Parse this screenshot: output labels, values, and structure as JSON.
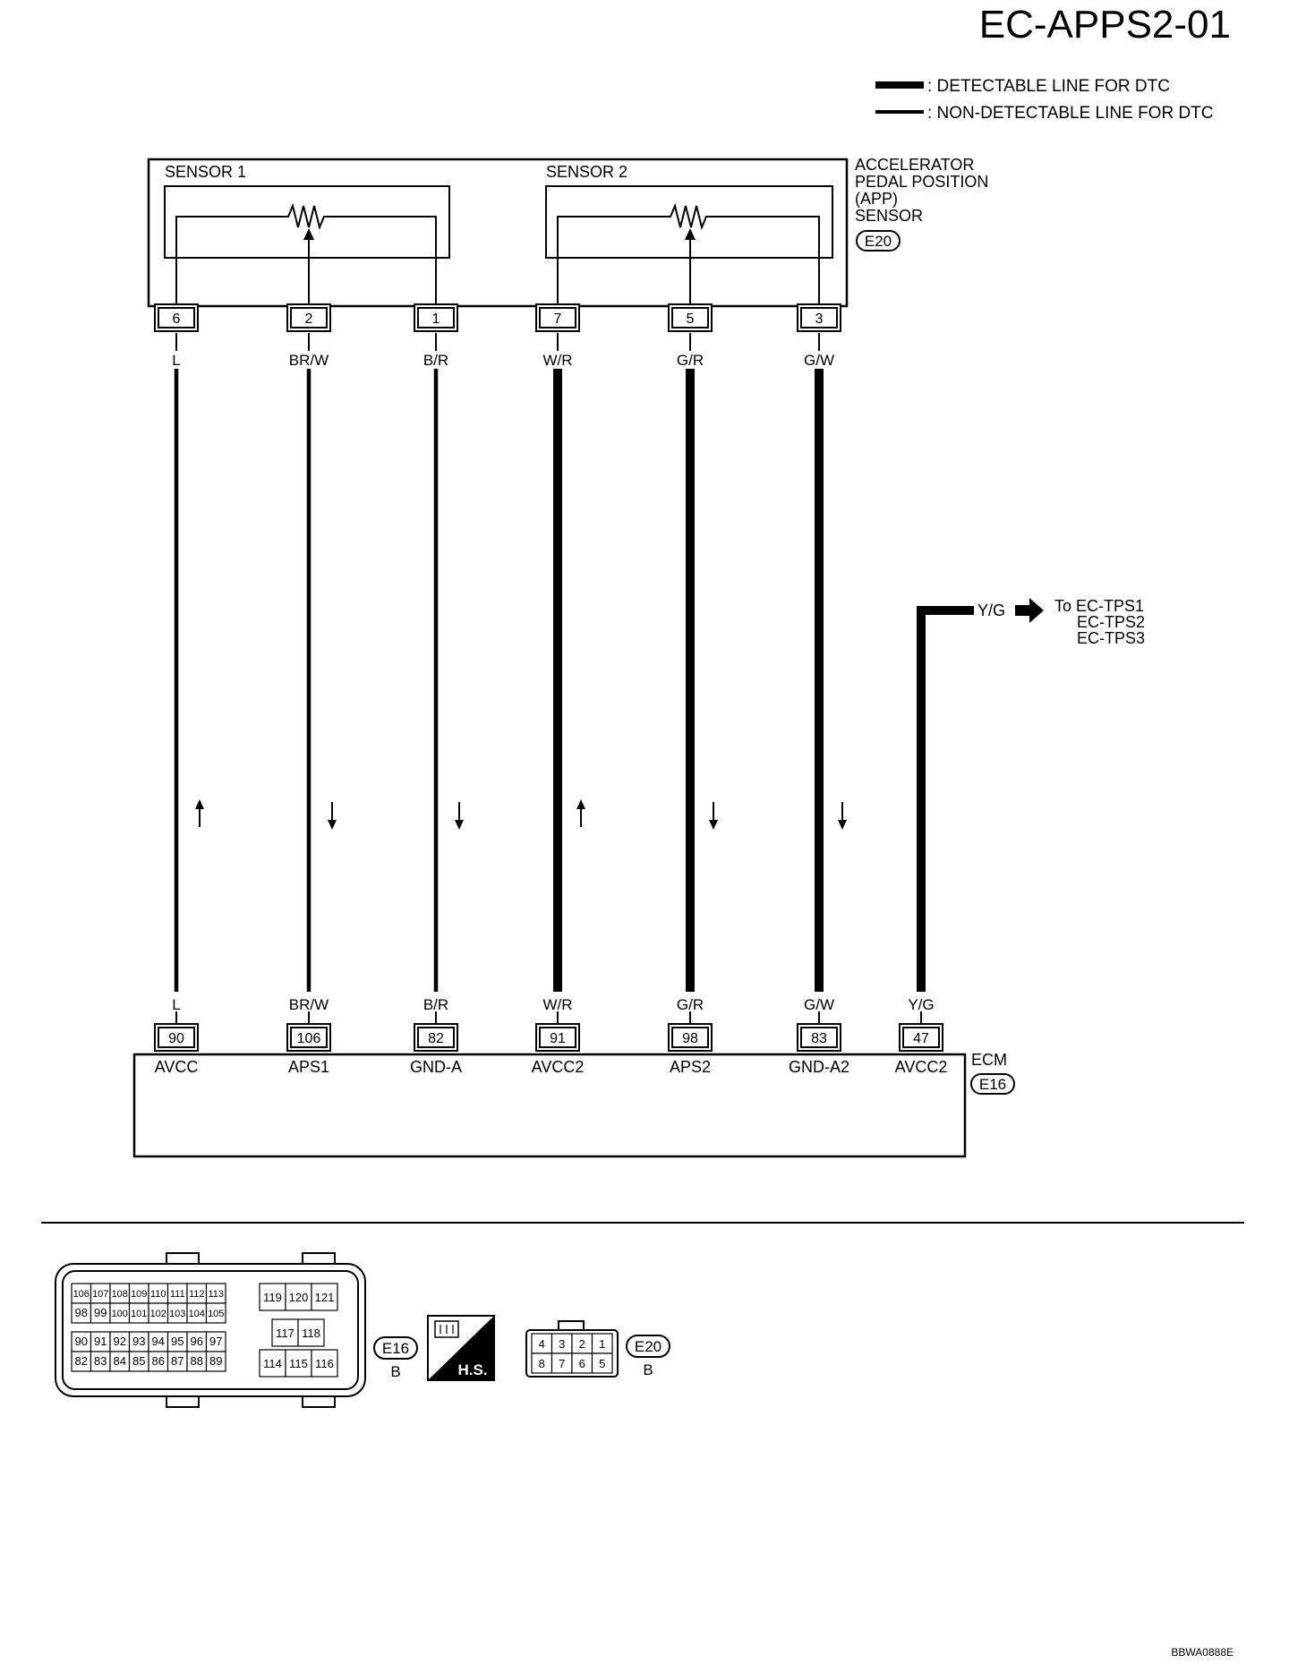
{
  "title": "EC-APPS2-01",
  "legend": {
    "detectable": ": DETECTABLE LINE FOR DTC",
    "non_detectable": ": NON-DETECTABLE LINE FOR DTC"
  },
  "app_sensor": {
    "name_lines": [
      "ACCELERATOR",
      "PEDAL POSITION",
      "(APP)",
      "SENSOR"
    ],
    "connector": "E20",
    "sensor1_label": "SENSOR 1",
    "sensor2_label": "SENSOR 2"
  },
  "wires": [
    {
      "sensor_pin": "6",
      "color": "L",
      "ecm_pin": "90",
      "ecm_terminal": "AVCC",
      "detectable": false,
      "direction": "up"
    },
    {
      "sensor_pin": "2",
      "color": "BR/W",
      "ecm_pin": "106",
      "ecm_terminal": "APS1",
      "detectable": false,
      "direction": "down"
    },
    {
      "sensor_pin": "1",
      "color": "B/R",
      "ecm_pin": "82",
      "ecm_terminal": "GND-A",
      "detectable": false,
      "direction": "down"
    },
    {
      "sensor_pin": "7",
      "color": "W/R",
      "ecm_pin": "91",
      "ecm_terminal": "AVCC2",
      "detectable": true,
      "direction": "up"
    },
    {
      "sensor_pin": "5",
      "color": "G/R",
      "ecm_pin": "98",
      "ecm_terminal": "APS2",
      "detectable": true,
      "direction": "down"
    },
    {
      "sensor_pin": "3",
      "color": "G/W",
      "ecm_pin": "83",
      "ecm_terminal": "GND-A2",
      "detectable": true,
      "direction": "down"
    }
  ],
  "branch": {
    "color": "Y/G",
    "ecm_pin": "47",
    "ecm_terminal": "AVCC2",
    "to_lines": [
      "To EC-TPS1",
      "EC-TPS2",
      "EC-TPS3"
    ]
  },
  "ecm": {
    "label": "ECM",
    "connector": "E16"
  },
  "connector_views": {
    "e16": {
      "id": "E16",
      "color": "B",
      "rows_left": [
        [
          "106",
          "107",
          "108",
          "109",
          "110",
          "111",
          "112",
          "113"
        ],
        [
          "98",
          "99",
          "100",
          "101",
          "102",
          "103",
          "104",
          "105"
        ],
        [
          "90",
          "91",
          "92",
          "93",
          "94",
          "95",
          "96",
          "97"
        ],
        [
          "82",
          "83",
          "84",
          "85",
          "86",
          "87",
          "88",
          "89"
        ]
      ],
      "rows_right": [
        [
          "119",
          "120",
          "121"
        ],
        [
          "117",
          "118"
        ],
        [
          "114",
          "115",
          "116"
        ]
      ]
    },
    "hs_badge": "H.S.",
    "e20": {
      "id": "E20",
      "color": "B",
      "rows": [
        [
          "4",
          "3",
          "2",
          "1"
        ],
        [
          "8",
          "7",
          "6",
          "5"
        ]
      ]
    }
  },
  "figure_code": "BBWA0888E"
}
